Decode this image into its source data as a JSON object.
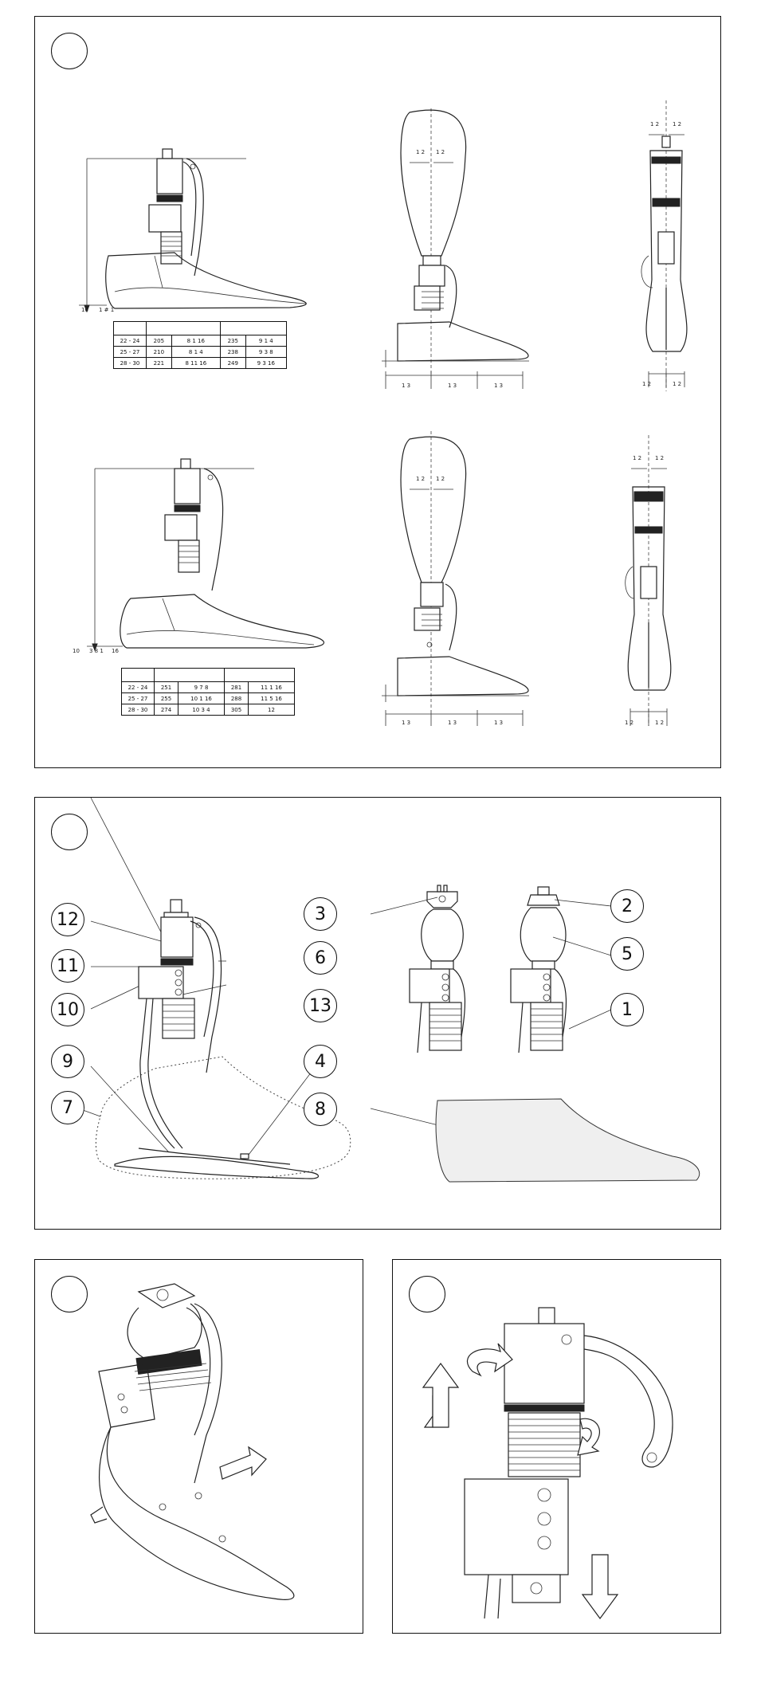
{
  "panel_a": {
    "table_top": {
      "rows": [
        [
          "22 - 24",
          "205",
          "8 1 16",
          "235",
          "9 1 4"
        ],
        [
          "25 - 27",
          "210",
          "8 1 4",
          "238",
          "9 3 8"
        ],
        [
          "28 - 30",
          "221",
          "8 11 16",
          "249",
          "9 3 16"
        ]
      ]
    },
    "table_bottom": {
      "rows": [
        [
          "22 - 24",
          "251",
          "9 7 8",
          "281",
          "11 1 16"
        ],
        [
          "25 - 27",
          "255",
          "10 1 16",
          "288",
          "11 5 16"
        ],
        [
          "28 - 30",
          "274",
          "10 3 4",
          "305",
          "12"
        ]
      ]
    },
    "dims": {
      "heel_top": "10",
      "heel_top_b": "1 # 1",
      "heel_bot": "10",
      "heel_bot_b": "3 8 1",
      "heel_bot_c": "16",
      "half": "1 2",
      "third": "1 3"
    }
  },
  "panel_b": {
    "callouts": [
      "1",
      "2",
      "3",
      "4",
      "5",
      "6",
      "7",
      "8",
      "9",
      "10",
      "11",
      "12",
      "13"
    ]
  }
}
